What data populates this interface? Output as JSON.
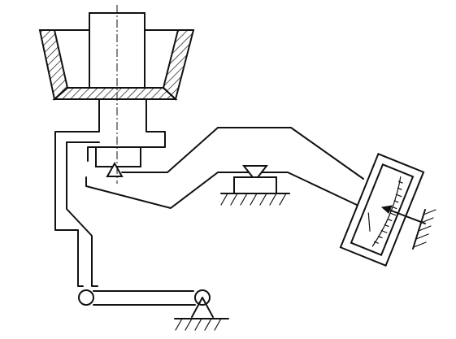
{
  "diagram": {
    "labels": [],
    "colors": {
      "ink": "#111111",
      "background": "#ffffff"
    },
    "parts": [
      "hopper-with-hatched-walls",
      "central-piston",
      "pivot-knife-edge",
      "lever-arm",
      "fulcrum-knife-edge-support",
      "base-link-rod",
      "pin-joint-circles",
      "ground-pivot-support",
      "dial-gauge-with-scale",
      "pointer-arrow",
      "wall-mount-hatching"
    ]
  }
}
